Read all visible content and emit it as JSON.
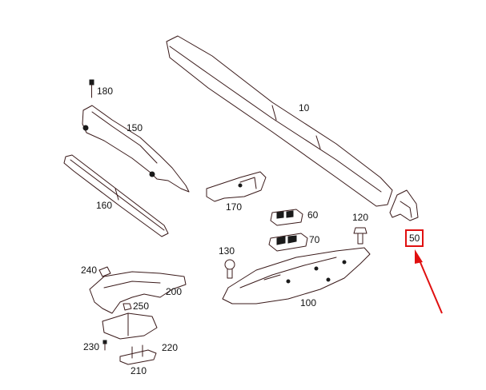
{
  "labels": {
    "p10": "10",
    "p50": "50",
    "p60": "60",
    "p70": "70",
    "p100": "100",
    "p120": "120",
    "p130": "130",
    "p150": "150",
    "p160": "160",
    "p170": "170",
    "p180": "180",
    "p200": "200",
    "p210": "210",
    "p220": "220",
    "p230": "230",
    "p240": "240",
    "p250": "250"
  },
  "highlight": {
    "part": "50",
    "box_color": "#e01010",
    "arrow_color": "#e01010"
  },
  "colors": {
    "line": "#3a1a1a",
    "background": "#ffffff"
  }
}
